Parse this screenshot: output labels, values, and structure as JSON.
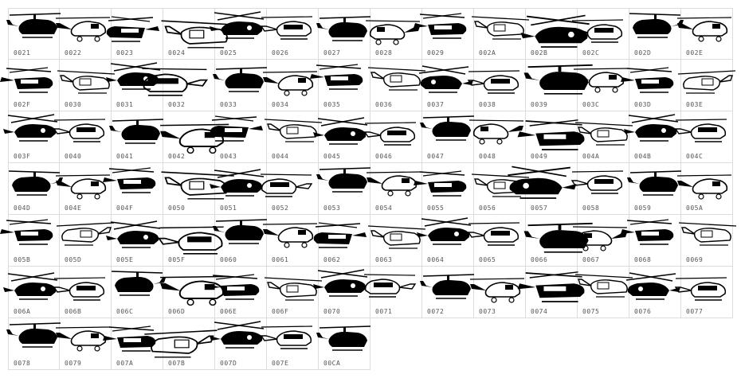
{
  "glyph_grid": {
    "codes": [
      "0021",
      "0022",
      "0023",
      "0024",
      "0025",
      "0026",
      "0027",
      "0028",
      "0029",
      "002A",
      "002B",
      "002C",
      "002D",
      "002E",
      "002F",
      "0030",
      "0031",
      "0032",
      "0033",
      "0034",
      "0035",
      "0036",
      "0037",
      "0038",
      "0039",
      "003C",
      "003D",
      "003E",
      "003F",
      "0040",
      "0041",
      "0042",
      "0043",
      "0044",
      "0045",
      "0046",
      "0047",
      "0048",
      "0049",
      "004A",
      "004B",
      "004C",
      "004D",
      "004E",
      "004F",
      "0050",
      "0051",
      "0052",
      "0053",
      "0054",
      "0055",
      "0056",
      "0057",
      "0058",
      "0059",
      "005A",
      "005B",
      "005D",
      "005E",
      "005F",
      "0060",
      "0061",
      "0062",
      "0063",
      "0064",
      "0065",
      "0066",
      "0067",
      "0068",
      "0069",
      "006A",
      "006B",
      "006C",
      "006D",
      "006E",
      "006F",
      "0070",
      "0071",
      "0072",
      "0073",
      "0074",
      "0075",
      "0076",
      "0077",
      "0078",
      "0079",
      "007A",
      "007B",
      "007D",
      "007E",
      "00CA"
    ],
    "glyph_icon": "helicopter-icon",
    "colors": {
      "glyph": "#000000",
      "grid_line": "#dcdcdc",
      "label": "#555555",
      "background": "#ffffff"
    }
  }
}
